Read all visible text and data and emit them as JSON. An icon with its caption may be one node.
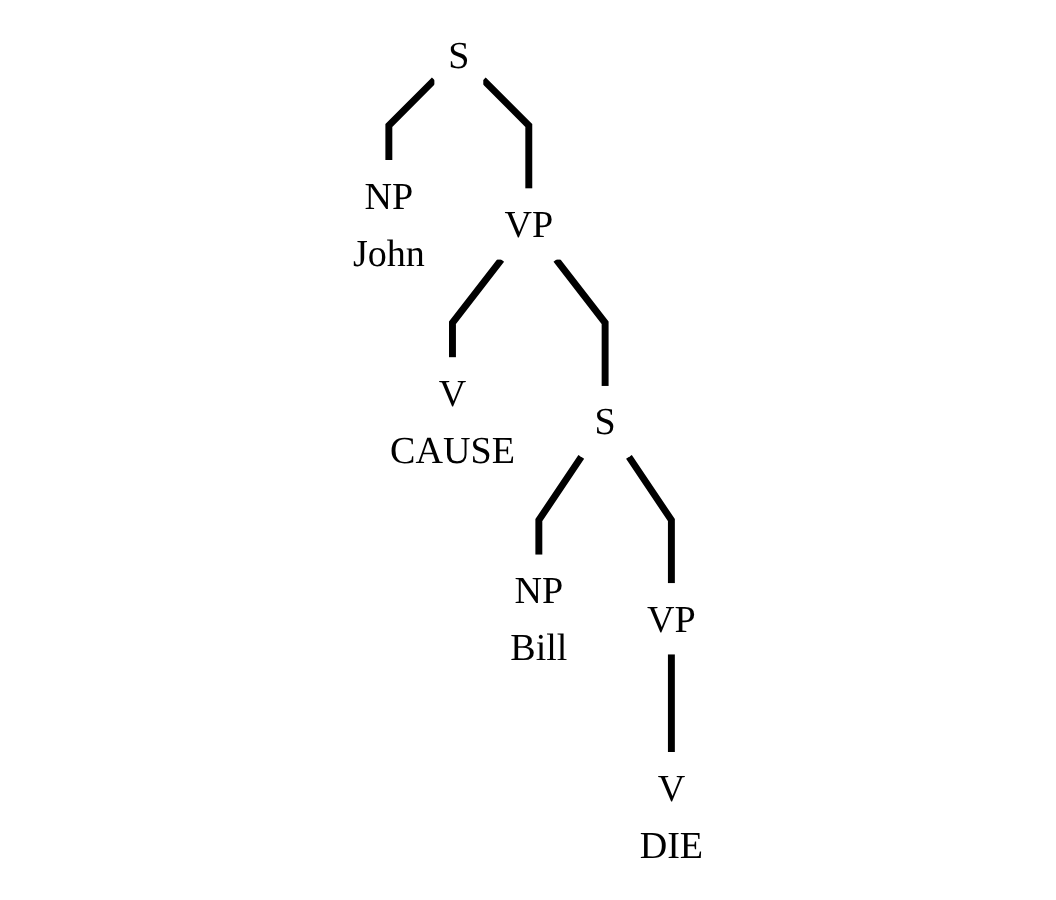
{
  "diagram": {
    "nodes": [
      {
        "text": [
          "S"
        ]
      },
      {
        "text": [
          "NP",
          "John"
        ]
      },
      {
        "text": [
          "VP"
        ]
      },
      {
        "text": [
          "V",
          "CAUSE"
        ]
      },
      {
        "text": [
          "S"
        ]
      },
      {
        "text": [
          "NP",
          "Bill"
        ]
      },
      {
        "text": [
          "VP"
        ]
      },
      {
        "text": [
          "V",
          "DIE"
        ]
      }
    ],
    "edges": [
      {
        "from": 0,
        "to": 1,
        "arrow": "none"
      },
      {
        "from": 0,
        "to": 2,
        "arrow": "none"
      },
      {
        "from": 2,
        "to": 3,
        "arrow": "none"
      },
      {
        "from": 2,
        "to": 4,
        "arrow": "none"
      },
      {
        "from": 4,
        "to": 5,
        "arrow": "none"
      },
      {
        "from": 4,
        "to": 6,
        "arrow": "none"
      },
      {
        "from": 6,
        "to": 7,
        "arrow": "none"
      }
    ]
  }
}
